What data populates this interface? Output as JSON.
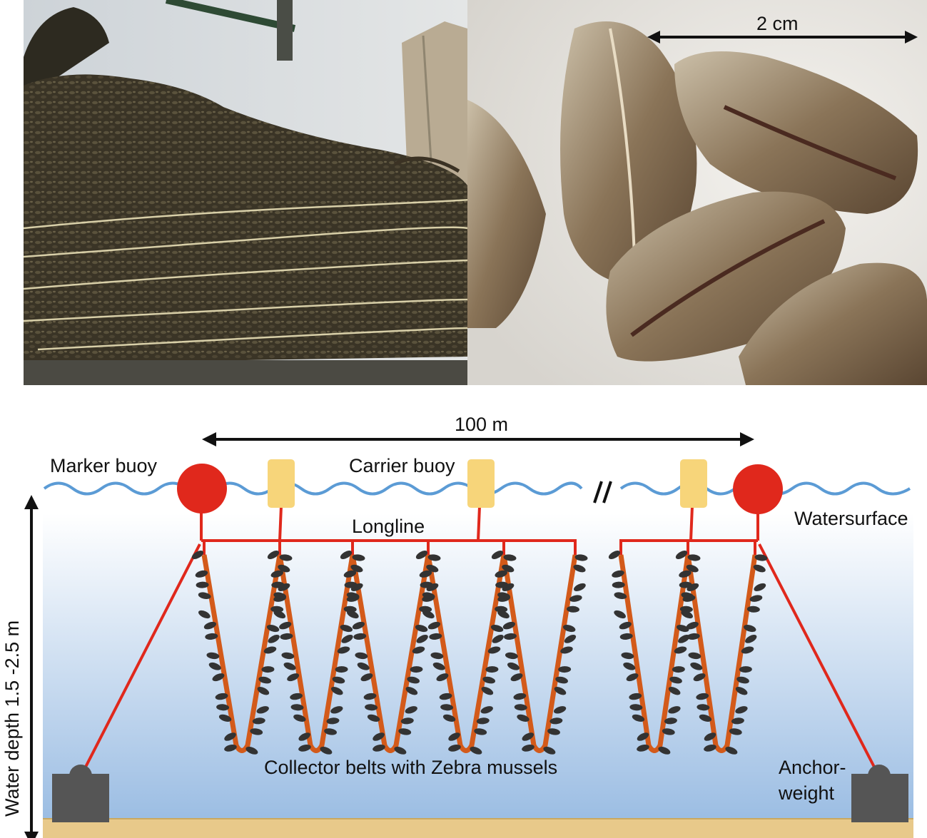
{
  "photos": {
    "left": {
      "label": "mussel-covered collector net photo"
    },
    "right": {
      "label": "zebra mussel shells close-up photo",
      "scale_label": "2 cm"
    }
  },
  "diagram": {
    "span_label": "100 m",
    "marker_buoy_label": "Marker buoy",
    "carrier_buoy_label": "Carrier buoy",
    "break_symbol": "//",
    "watersurface_label": "Watersurface",
    "longline_label": "Longline",
    "depth_label": "Water depth 1.5 -2.5 m",
    "collector_label": "Collector belts with Zebra mussels",
    "anchor_label_line1": "Anchor-",
    "anchor_label_line2": "weight",
    "colors": {
      "water_line": "#5b9bd5",
      "rope": "#e0281c",
      "buoy_marker": "#e0281c",
      "buoy_carrier": "#f7d57a",
      "belt": "#d35a1a",
      "mussel": "#333333",
      "anchor": "#555555",
      "seabed": "#e8c98a"
    }
  }
}
